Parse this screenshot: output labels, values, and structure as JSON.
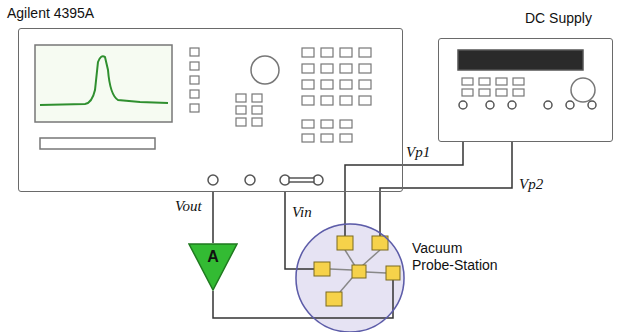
{
  "diagram": {
    "nodes": [
      {
        "text": [
          "Agilent 4395A"
        ]
      },
      {
        "text": [
          "DC Supply"
        ]
      },
      {
        "text": [
          "Vacuum Probe-Station"
        ]
      },
      {
        "text": [
          "A"
        ]
      }
    ],
    "edges": [
      {
        "from": 0,
        "to": 3,
        "label": "Vout",
        "arrow": "none"
      },
      {
        "from": 0,
        "to": 2,
        "label": "Vin",
        "arrow": "none"
      },
      {
        "from": 1,
        "to": 2,
        "label": "Vp1",
        "arrow": "none"
      },
      {
        "from": 1,
        "to": 2,
        "label": "Vp2",
        "arrow": "none"
      },
      {
        "from": 3,
        "to": 2,
        "arrow": "none"
      }
    ]
  }
}
